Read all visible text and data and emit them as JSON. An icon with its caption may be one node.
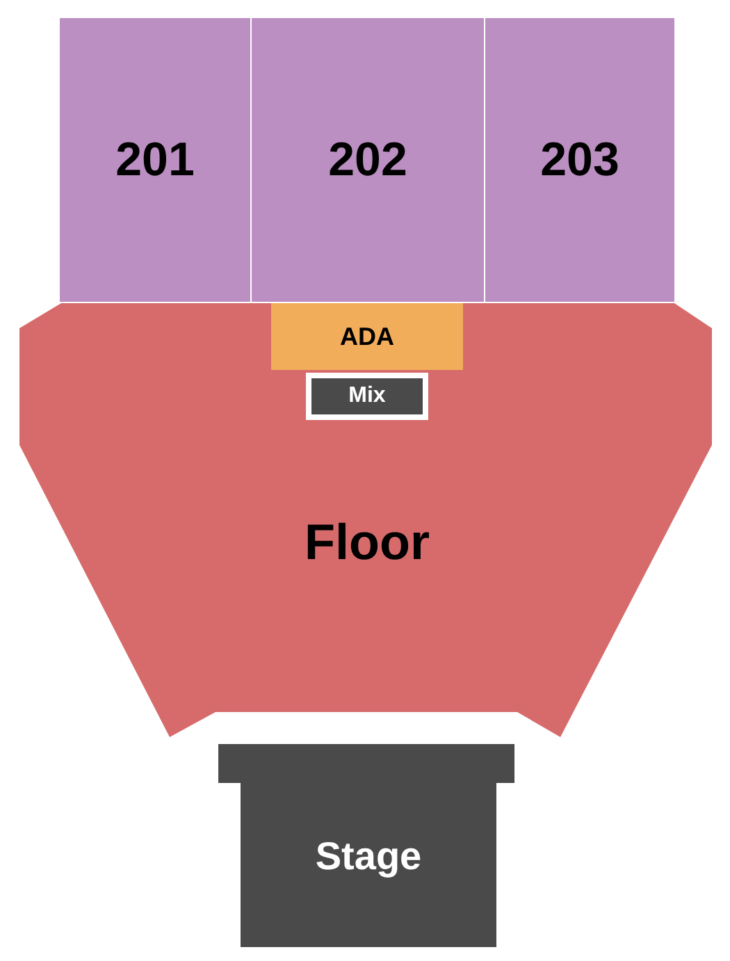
{
  "diagram": {
    "nodes": [
      {
        "text": [
          "201"
        ]
      },
      {
        "text": [
          "202"
        ]
      },
      {
        "text": [
          "203"
        ]
      },
      {
        "text": [
          "Floor"
        ]
      },
      {
        "text": [
          "ADA"
        ],
        "in": 3
      },
      {
        "text": [
          "Mix"
        ],
        "in": 3
      },
      {
        "text": [
          "Stage"
        ]
      }
    ]
  }
}
